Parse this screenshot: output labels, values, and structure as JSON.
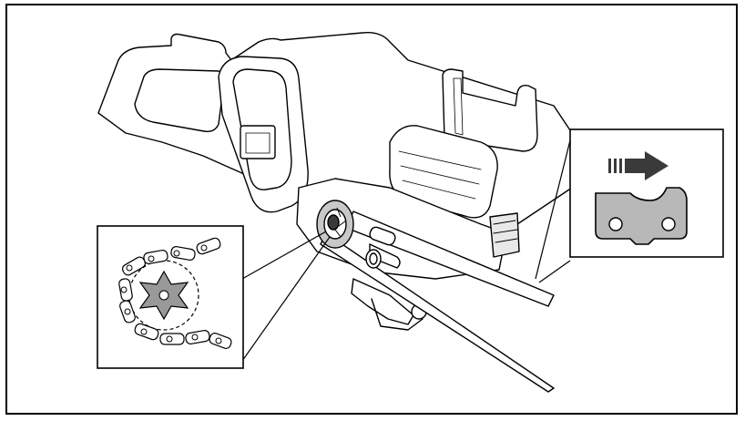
{
  "figure": {
    "callouts": [
      {
        "name": "sprocket-chain-detail",
        "description_visible_text": ""
      },
      {
        "name": "cutter-direction-detail",
        "description_visible_text": ""
      }
    ],
    "colors": {
      "line": "#000000",
      "fill_light": "#ffffff",
      "fill_gray": "#c8c8c8",
      "fill_dark": "#3a3a3a"
    },
    "icons": [
      "chainsaw-body",
      "guide-bar",
      "sprocket-icon",
      "chain-links-icon",
      "cutter-tooth-icon",
      "direction-arrow-icon"
    ]
  }
}
